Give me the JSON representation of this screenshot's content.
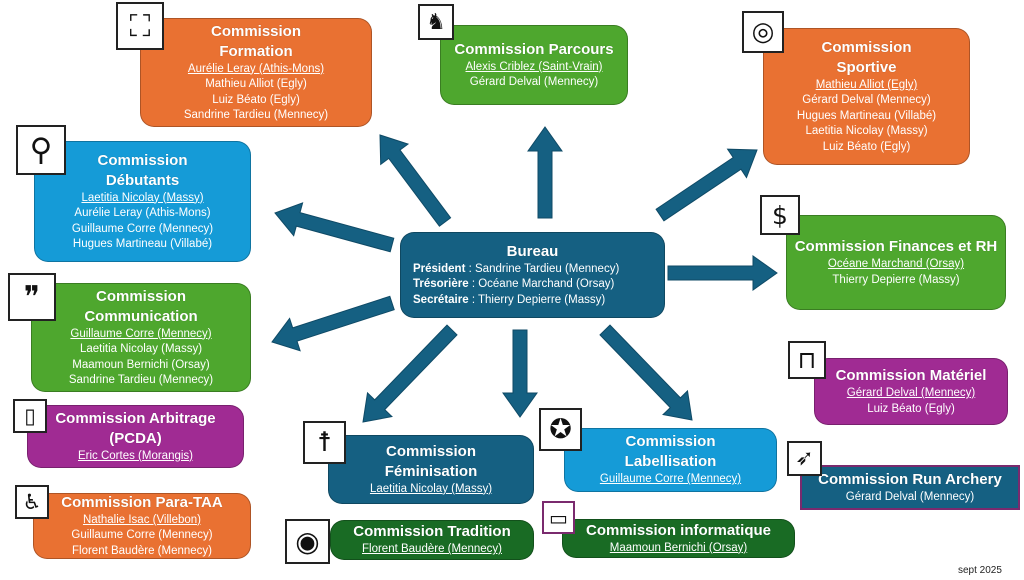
{
  "colors": {
    "orange": "#E97132",
    "green": "#4EA72E",
    "blue": "#159BD7",
    "navy": "#156082",
    "purple": "#A02B93",
    "darkgreen": "#196B24"
  },
  "bureau": {
    "title": "Bureau",
    "roles": [
      {
        "role": "Président",
        "sep": " : ",
        "name": "Sandrine Tardieu (Mennecy)"
      },
      {
        "role": "Trésorière",
        "sep": " : ",
        "name": "Océane Marchand (Orsay)"
      },
      {
        "role": "Secrétaire",
        "sep": " : ",
        "name": "Thierry Depierre (Massy)"
      }
    ]
  },
  "commissions": [
    {
      "id": "formation",
      "title": "Commission Formation",
      "color": "orange",
      "icon": "teacher-icon",
      "members": [
        "Aurélie Leray (Athis-Mons)",
        "Mathieu Alliot (Egly)",
        "Luiz Béato (Egly)",
        "Sandrine Tardieu (Mennecy)"
      ]
    },
    {
      "id": "parcours",
      "title": "Commission Parcours",
      "color": "green",
      "icon": "unicorn-icon",
      "members": [
        "Alexis Criblez (Saint-Vrain)",
        "Gérard Delval (Mennecy)"
      ]
    },
    {
      "id": "sportive",
      "title": "Commission Sportive",
      "color": "orange",
      "icon": "target-arrow-icon",
      "members": [
        "Mathieu Alliot (Egly)",
        "Gérard Delval (Mennecy)",
        "Hugues Martineau (Villabé)",
        "Laetitia Nicolay (Massy)",
        "Luiz Béato (Egly)"
      ]
    },
    {
      "id": "debutants",
      "title": "Commission Débutants",
      "color": "blue",
      "icon": "climbing-stairs-icon",
      "members": [
        "Laetitia Nicolay (Massy)",
        "Aurélie Leray (Athis-Mons)",
        "Guillaume Corre (Mennecy)",
        "Hugues Martineau (Villabé)"
      ]
    },
    {
      "id": "finances",
      "title": "Commission Finances et RH",
      "color": "green",
      "icon": "money-hand-icon",
      "members": [
        "Océane Marchand (Orsay)",
        "Thierry Depierre (Massy)"
      ]
    },
    {
      "id": "communication",
      "title": "Commission Communication",
      "color": "green",
      "icon": "speech-bubbles-icon",
      "members": [
        "Guillaume Corre (Mennecy)",
        "Laetitia Nicolay (Massy)",
        "Maamoun Bernichi (Orsay)",
        "Sandrine Tardieu (Mennecy)"
      ]
    },
    {
      "id": "materiel",
      "title": "Commission Matériel",
      "color": "purple",
      "icon": "workbench-icon",
      "members": [
        "Gérard Delval (Mennecy)",
        "Luiz Béato (Egly)"
      ]
    },
    {
      "id": "arbitrage",
      "title": "Commission Arbitrage (PCDA)",
      "color": "purple",
      "icon": "card-hand-icon",
      "members": [
        "Eric Cortes (Morangis)"
      ]
    },
    {
      "id": "feminisation",
      "title": "Commission Féminisation",
      "color": "navy",
      "icon": "archer-icon",
      "members": [
        "Laetitia Nicolay (Massy)"
      ]
    },
    {
      "id": "labellisation",
      "title": "Commission Labellisation",
      "color": "blue",
      "icon": "certificate-icon",
      "members": [
        "Guillaume Corre (Mennecy)"
      ]
    },
    {
      "id": "run-archery",
      "title": "Commission Run Archery",
      "color": "navy",
      "icon": "runner-icon",
      "members": [
        "Gérard Delval (Mennecy)"
      ],
      "no_lead": true
    },
    {
      "id": "para-taa",
      "title": "Commission Para-TAA",
      "color": "orange",
      "icon": "wheelchair-icon",
      "members": [
        "Nathalie Isac (Villebon)",
        "Guillaume Corre (Mennecy)",
        "Florent Baudère (Mennecy)"
      ]
    },
    {
      "id": "tradition",
      "title": "Commission Tradition",
      "color": "darkgreen",
      "icon": "target-icon",
      "members": [
        "Florent Baudère (Mennecy)"
      ]
    },
    {
      "id": "informatique",
      "title": "Commission informatique",
      "color": "darkgreen",
      "icon": "computer-icon",
      "members": [
        "Maamoun Bernichi (Orsay)"
      ]
    }
  ],
  "footer": {
    "date": "sept 2025"
  }
}
